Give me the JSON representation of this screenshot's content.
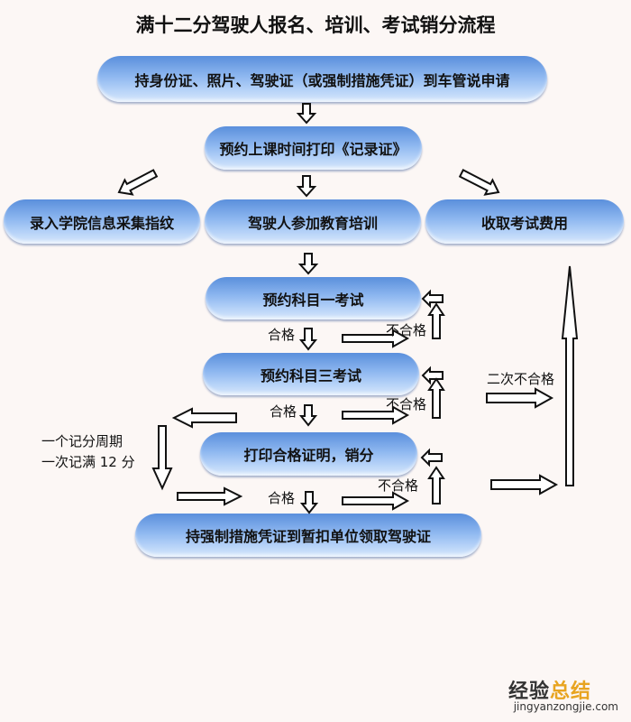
{
  "title": "满十二分驾驶人报名、培训、考试销分流程",
  "steps": {
    "apply": "持身份证、照片、驾驶证（或强制措施凭证）到车管说申请",
    "book_class": "预约上课时间打印《记录证》",
    "fingerprint": "录入学院信息采集指纹",
    "training": "驾驶人参加教育培训",
    "fee": "收取考试费用",
    "exam1": "预约科目一考试",
    "exam3": "预约科目三考试",
    "certificate": "打印合格证明，销分",
    "retrieve": "持强制措施凭证到暂扣单位领取驾驶证"
  },
  "labels": {
    "pass": "合格",
    "fail": "不合格",
    "second_fail": "二次不合格",
    "cycle_line1": "一个记分周期",
    "cycle_line2": "一次记满 12 分"
  },
  "watermark": {
    "cn_a": "经验",
    "cn_b": "总结",
    "url": "jingyanzongjie.com"
  }
}
